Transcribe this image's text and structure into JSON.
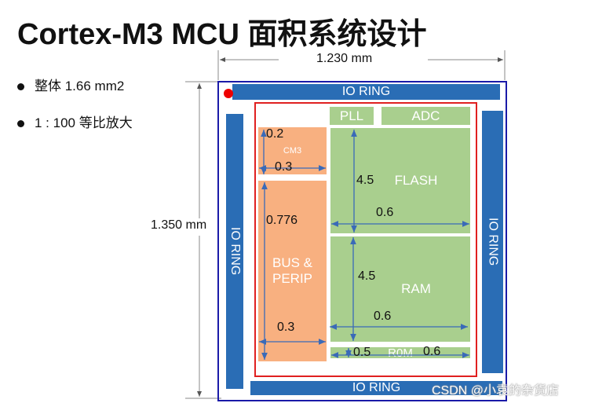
{
  "title": "Cortex-M3 MCU 面积系统设计",
  "bullets": [
    "整体 1.66 mm2",
    "1 : 100 等比放大"
  ],
  "dimensions": {
    "width": "1.230 mm",
    "height": "1.350 mm"
  },
  "blocks": {
    "io_ring": "IO RING",
    "pll": "PLL",
    "adc": "ADC",
    "cm3": "CM3",
    "bus": "BUS & PERIP",
    "flash": "FLASH",
    "ram": "RAM",
    "rom": "R0M"
  },
  "labels": {
    "cm3_h": "0.2",
    "cm3_w": "0.3",
    "bus_h": "0.776",
    "bus_w": "0.3",
    "flash_h": "4.5",
    "flash_w": "0.6",
    "ram_h": "4.5",
    "ram_w": "0.6",
    "rom_h": "0.5",
    "rom_w": "0.6"
  },
  "watermark": "CSDN @小袁的杂货店",
  "colors": {
    "io_ring": "#2a6db5",
    "memory": "#a9cf8e",
    "core": "#f8b080",
    "outline": "#1a1aa8",
    "core_box": "#e02020"
  }
}
